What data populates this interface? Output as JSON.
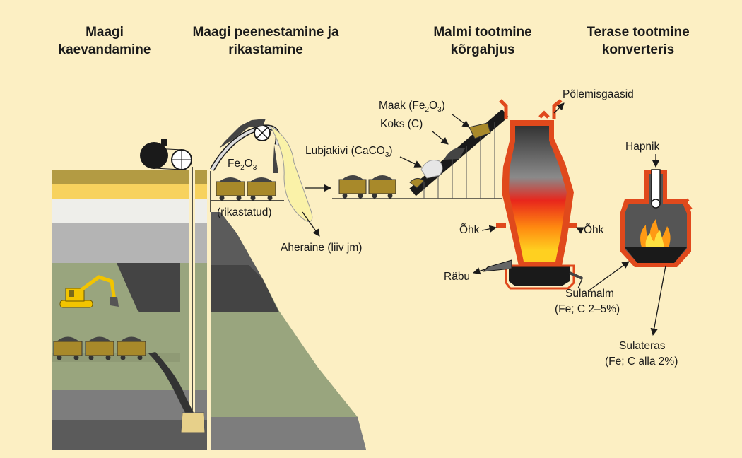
{
  "headings": {
    "mining": [
      "Maagi",
      "kaevandamine"
    ],
    "processing": [
      "Maagi peenestamine ja",
      "rikastamine"
    ],
    "blast_furnace": [
      "Malmi tootmine",
      "kõrgahjus"
    ],
    "converter": [
      "Terase tootmine",
      "konverteris"
    ]
  },
  "labels": {
    "fe2o3": {
      "a": "Fe",
      "s1": "2",
      "b": "O",
      "s2": "3"
    },
    "enriched": "(rikastatud)",
    "waste": "Aheraine (liiv jm)",
    "limestone": {
      "a": "Lubjakivi (CaCO",
      "s": "3",
      "b": ")"
    },
    "ore": {
      "a": "Maak (Fe",
      "s1": "2",
      "b": "O",
      "s2": "3",
      "c": ")"
    },
    "coke": "Koks (C)",
    "flue_gas": "Põlemisgaasid",
    "air_left": "Õhk",
    "air_right": "Õhk",
    "slag": "Räbu",
    "pig_iron": "Sulamalm",
    "pig_iron_detail": "(Fe; C 2–5%)",
    "oxygen": "Hapnik",
    "steel": "Sulateras",
    "steel_detail": "(Fe; C alla 2%)"
  },
  "colors": {
    "background": "#fcefc3",
    "furnace_wall": "#e0491c",
    "ore_cart": "#a8892a",
    "green_rock": "#99a57e",
    "excavator": "#f2c400"
  }
}
